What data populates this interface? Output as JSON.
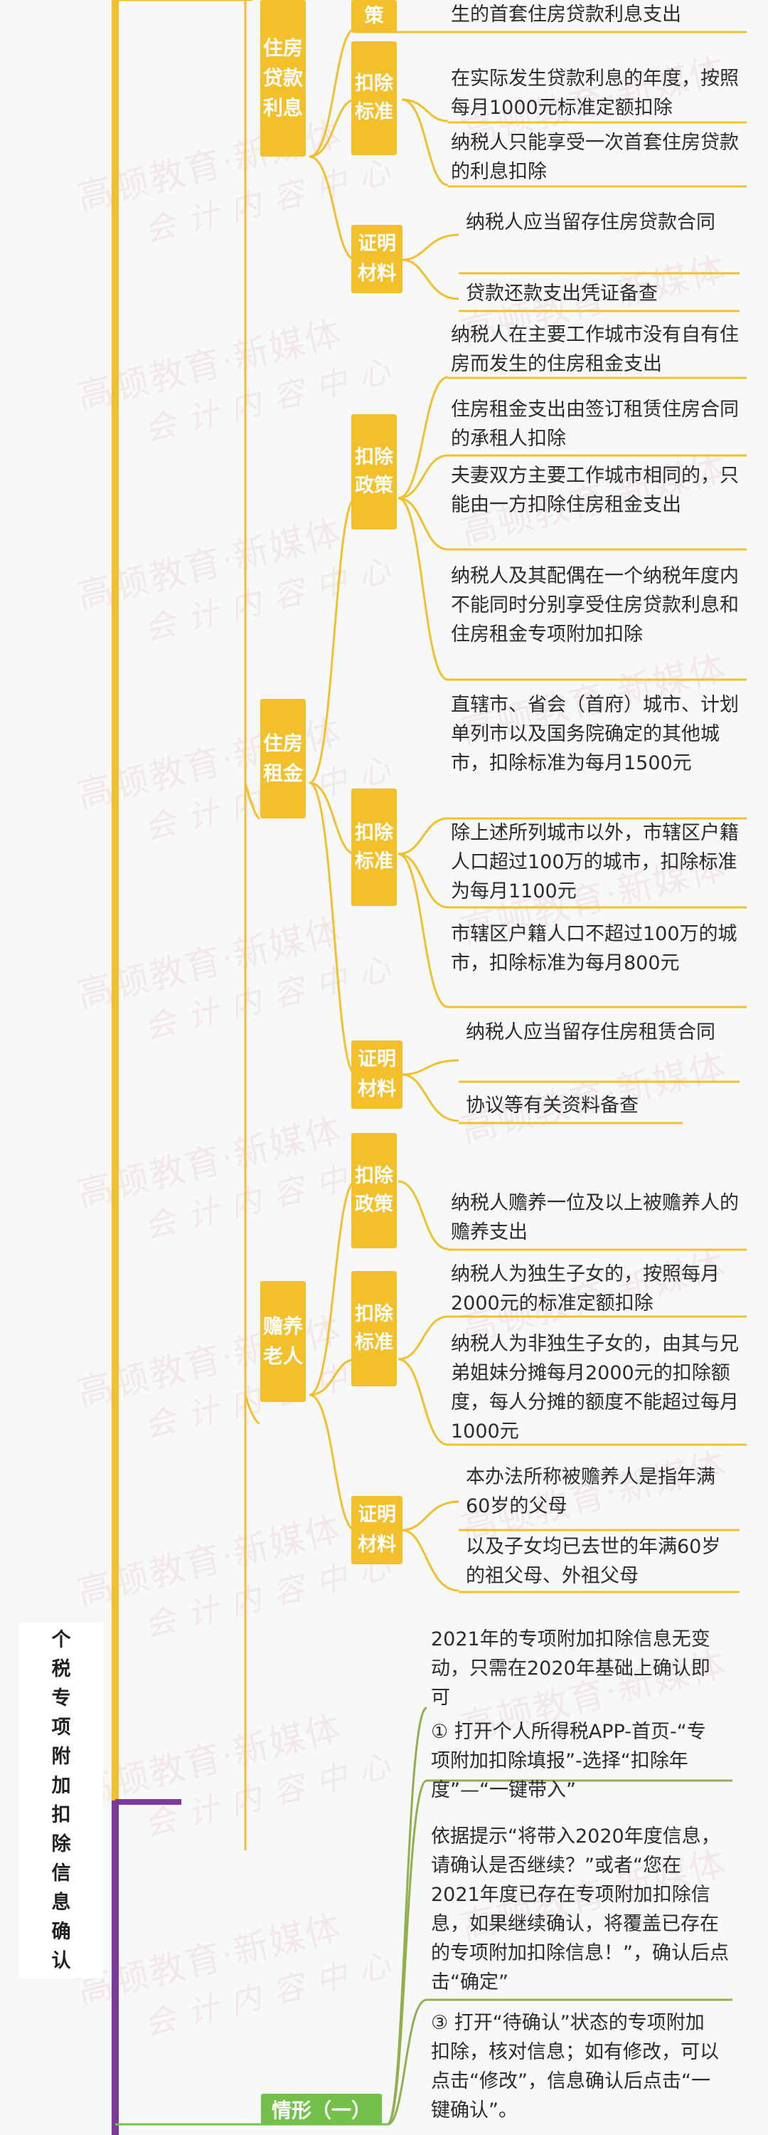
{
  "watermark": {
    "line1": "高顿教育·新媒体",
    "line2": "会计内容中心"
  },
  "root_title": "个税专项附加扣除信息确认",
  "categories": {
    "mortgage": "住房贷款利息",
    "rent": "住房租金",
    "elderly": "赡养老人"
  },
  "labels": {
    "policy_fragment": "策",
    "standard": "扣除标准",
    "policy": "扣除政策",
    "evidence": "证明材料"
  },
  "mortgage": {
    "policy_tail": "生的首套住房贷款利息支出",
    "standard": [
      "在实际发生贷款利息的年度，按照每月1000元标准定额扣除",
      "纳税人只能享受一次首套住房贷款的利息扣除"
    ],
    "evidence": [
      "纳税人应当留存住房贷款合同",
      "贷款还款支出凭证备查"
    ]
  },
  "rent": {
    "policy": [
      "纳税人在主要工作城市没有自有住房而发生的住房租金支出",
      "住房租金支出由签订租赁住房合同的承租人扣除",
      "夫妻双方主要工作城市相同的，只能由一方扣除住房租金支出",
      "纳税人及其配偶在一个纳税年度内不能同时分别享受住房贷款利息和住房租金专项附加扣除"
    ],
    "standard": [
      "直辖市、省会（首府）城市、计划单列市以及国务院确定的其他城市，扣除标准为每月1500元",
      "除上述所列城市以外，市辖区户籍人口超过100万的城市，扣除标准为每月1100元",
      "市辖区户籍人口不超过100万的城市，扣除标准为每月800元"
    ],
    "evidence": [
      "纳税人应当留存住房租赁合同",
      "协议等有关资料备查"
    ]
  },
  "elderly": {
    "policy": [
      "纳税人赡养一位及以上被赡养人的赡养支出"
    ],
    "standard": [
      "纳税人为独生子女的，按照每月2000元的标准定额扣除",
      "纳税人为非独生子女的，由其与兄弟姐妹分摊每月2000元的扣除额度，每人分摊的额度不能超过每月1000元"
    ],
    "evidence": [
      "本办法所称被赡养人是指年满60岁的父母",
      "以及子女均已去世的年满60岁的祖父母、外祖父母"
    ]
  },
  "scenario": {
    "intro": "2021年的专项附加扣除信息无变动，只需在2020年基础上确认即可",
    "tag": "情形（一）",
    "steps": [
      "① 打开个人所得税APP-首页-“专项附加扣除填报”-选择“扣除年度”—“一键带入”",
      "依据提示“将带入2020年度信息，请确认是否继续？”或者“您在2021年度已存在专项附加扣除信息，如果继续确认，将覆盖已存在的专项附加扣除信息！”，确认后点击“确定”",
      "③ 打开“待确认”状态的专项附加扣除，核对信息；如有修改，可以点击“修改”，信息确认后点击“一键确认”。"
    ]
  },
  "colors": {
    "branch": "#f3bf2a",
    "purple": "#7b3a9c",
    "green": "#73c04b",
    "olive": "#8fb04a",
    "text": "#2c2c2c"
  }
}
